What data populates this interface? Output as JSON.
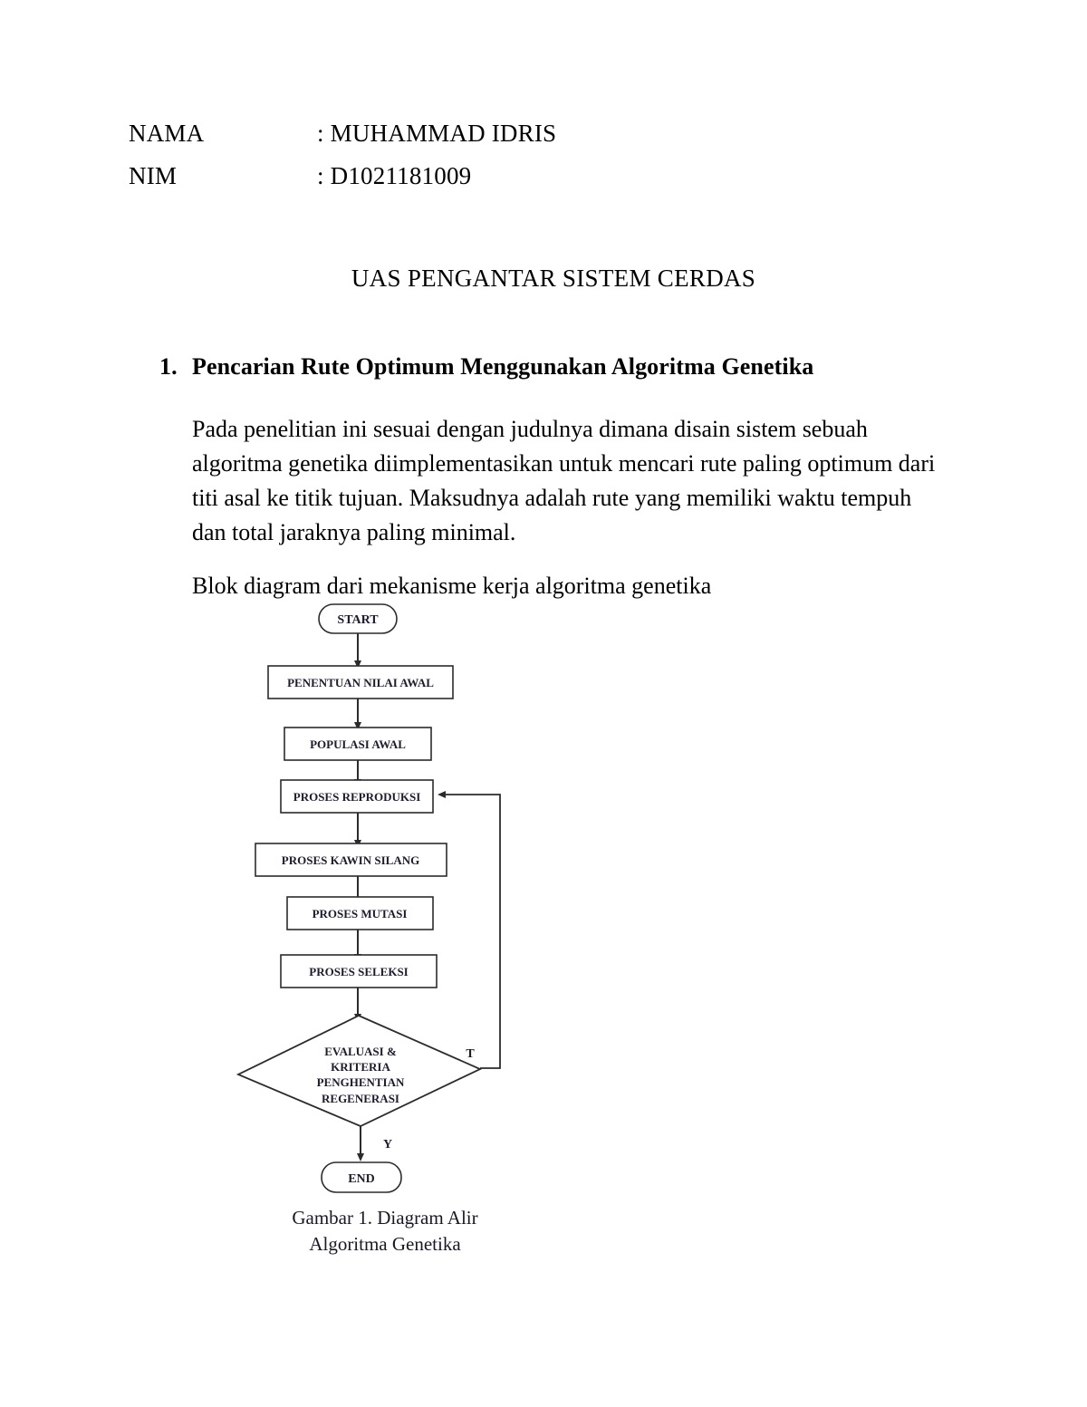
{
  "document": {
    "identity": [
      {
        "label": "NAMA",
        "value": ": MUHAMMAD IDRIS"
      },
      {
        "label": "NIM",
        "value": ": D1021181009"
      }
    ],
    "title": "UAS PENGANTAR SISTEM CERDAS",
    "section": {
      "number": "1.",
      "heading": "Pencarian Rute Optimum Menggunakan Algoritma Genetika",
      "paragraph": "Pada penelitian ini sesuai dengan judulnya dimana disain sistem sebuah algoritma genetika diimplementasikan untuk mencari rute paling optimum dari titi asal ke titik tujuan. Maksudnya adalah rute yang memiliki waktu tempuh dan total jaraknya paling minimal.",
      "subheading": "Blok diagram dari mekanisme kerja algoritma genetika"
    },
    "figure": {
      "caption_line1": "Gambar 1.  Diagram Alir",
      "caption_line2": "Algoritma Genetika"
    }
  },
  "flowchart": {
    "nodes": {
      "start": "START",
      "step1": "PENENTUAN NILAI AWAL",
      "step2": "POPULASI AWAL",
      "step3": "PROSES REPRODUKSI",
      "step4": "PROSES KAWIN SILANG",
      "step5": "PROSES MUTASI",
      "step6": "PROSES SELEKSI",
      "decision_line1": "EVALUASI &",
      "decision_line2": "KRITERIA",
      "decision_line3": "PENGHENTIAN",
      "decision_line4": "REGENERASI",
      "end": "END"
    },
    "branches": {
      "no": "T",
      "yes": "Y"
    },
    "colors": {
      "stroke": "#2b2b2b",
      "text": "#1c1c2e",
      "background": "#ffffff"
    }
  }
}
